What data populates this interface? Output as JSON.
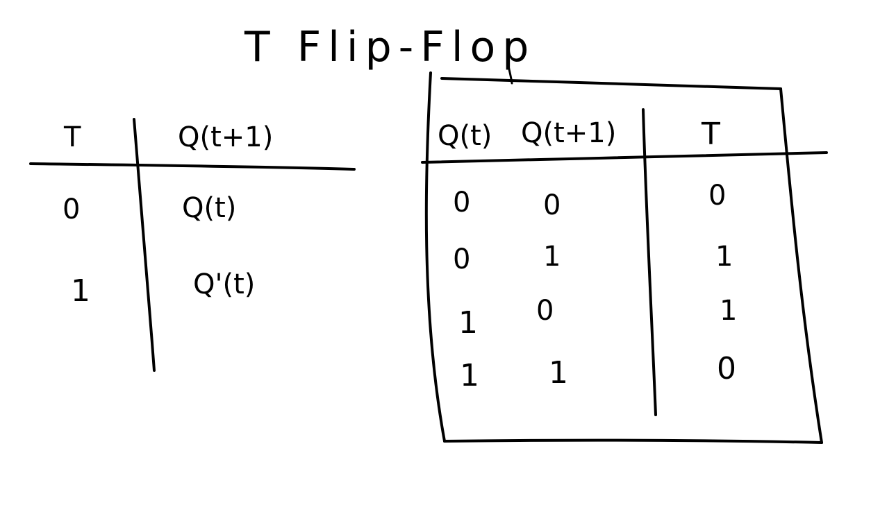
{
  "title": "T Flip-Flop",
  "characteristic_table": {
    "headers": [
      "T",
      "Q(t+1)"
    ],
    "rows": [
      [
        "0",
        "Q(t)"
      ],
      [
        "1",
        "Q'(t)"
      ]
    ]
  },
  "excitation_table": {
    "headers": [
      "Q(t)",
      "Q(t+1)",
      "T"
    ],
    "rows": [
      [
        "0",
        "0",
        "0"
      ],
      [
        "0",
        "1",
        "1"
      ],
      [
        "1",
        "0",
        "1"
      ],
      [
        "1",
        "1",
        "0"
      ]
    ]
  },
  "ink_color": "#000000",
  "background": "#ffffff"
}
